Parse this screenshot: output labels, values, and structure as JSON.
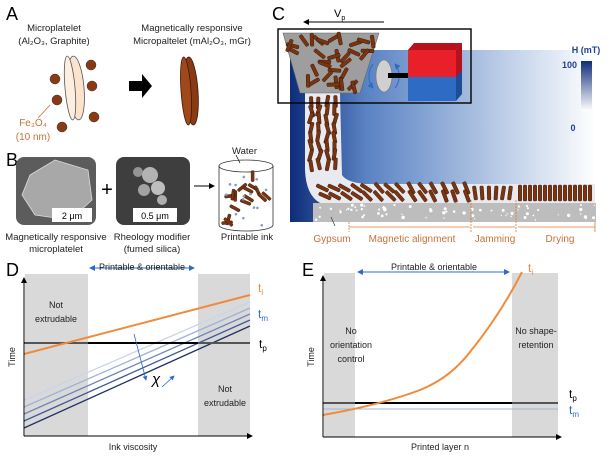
{
  "panel_labels": {
    "a": "A",
    "b": "B",
    "c": "C",
    "d": "D",
    "e": "E"
  },
  "panel_a": {
    "left_title_1": "Microplatelet",
    "left_title_2": "(Al₂O₃, Graphite)",
    "right_title_1": "Magnetically responsive",
    "right_title_2": "Micropaltelet (mAl₂O₃, mGr)",
    "particle_label_1": "Fe₃O₄",
    "particle_label_2": "(10 nm)"
  },
  "panel_b": {
    "scale_1": "2 μm",
    "scale_2": "0.5 μm",
    "plus": "+",
    "water": "Water",
    "cap_1a": "Magnetically responsive",
    "cap_1b": "microplatelet",
    "cap_2a": "Rheology modifier",
    "cap_2b": "(fumed silica)",
    "cap_3": "Printable ink"
  },
  "panel_c": {
    "velocity": "V",
    "velocity_sub": "p",
    "colorbar_title": "H (mT)",
    "colorbar_max": "100",
    "colorbar_min": "0",
    "stages": [
      "Gypsum",
      "Magnetic alignment",
      "Jamming",
      "Drying"
    ]
  },
  "panel_d": {
    "window": "Printable & orientable",
    "left_region_1": "Not",
    "left_region_2": "extrudable",
    "right_region_1": "Not",
    "right_region_2": "extrudable",
    "ylabel": "Time",
    "xlabel": "Ink viscosity",
    "t_i": "t",
    "t_i_sub": "i",
    "t_m": "t",
    "t_m_sub": "m",
    "t_p": "t",
    "t_p_sub": "p",
    "chi": "χ"
  },
  "panel_e": {
    "window": "Printable & orientable",
    "left_region_1": "No",
    "left_region_2": "orientation",
    "left_region_3": "control",
    "right_region_1": "No shape-",
    "right_region_2": "retention",
    "ylabel": "Time",
    "xlabel": "Printed layer n",
    "t_i": "t",
    "t_i_sub": "i",
    "t_p": "t",
    "t_p_sub": "p",
    "t_m": "t",
    "t_m_sub": "m"
  },
  "colors": {
    "orange": "#f08a3c",
    "brown": "#7a3410",
    "blue": "#1f3f8f",
    "gray_region": "#d9d9d9",
    "magnet_red": "#e8202a",
    "magnet_blue": "#2e6bc4"
  }
}
